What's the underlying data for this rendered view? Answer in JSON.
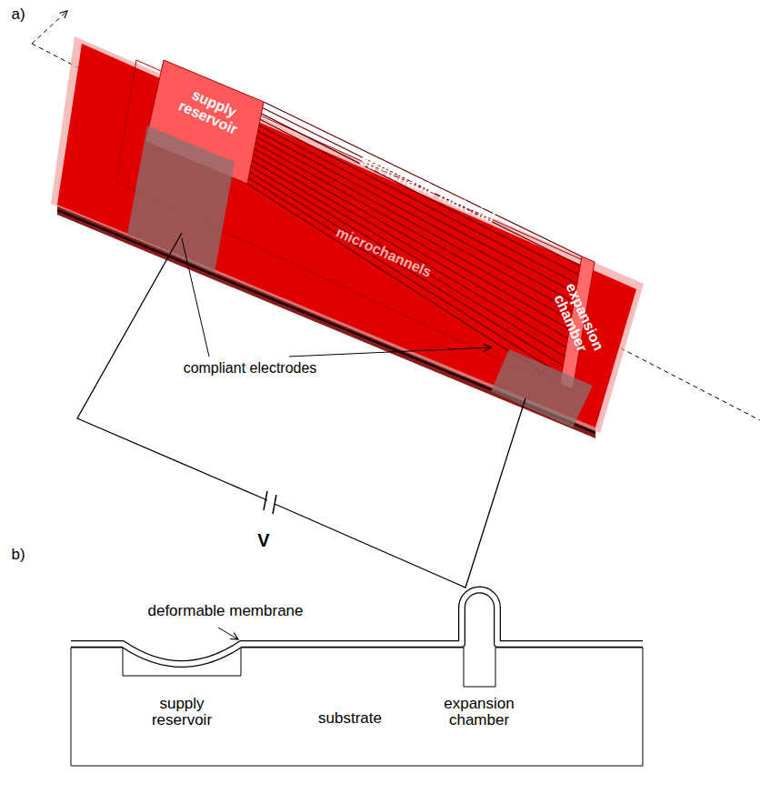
{
  "diagram": {
    "labels": [
      "a)",
      "supply reservoir",
      "stretchable material",
      "microchannels",
      "expansion chamber",
      "compliant electrodes",
      "V",
      "b)",
      "deformable membrane",
      "supply reservoir",
      "substrate",
      "expansion chamber"
    ]
  }
}
